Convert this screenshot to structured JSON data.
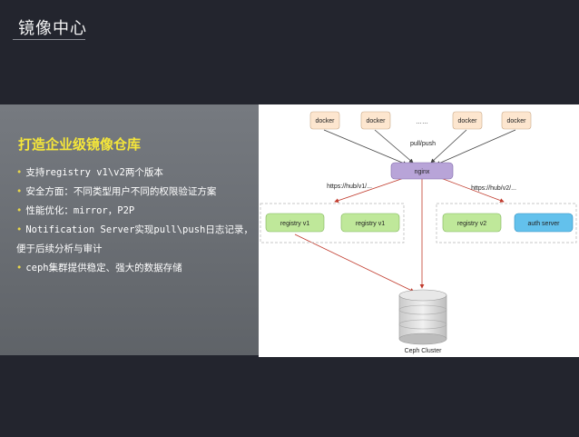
{
  "slide": {
    "title": "镜像中心"
  },
  "panel": {
    "heading": "打造企业级镜像仓库",
    "bullets": [
      {
        "text": "支持registry v1\\v2两个版本",
        "dot": true
      },
      {
        "text": "安全方面：不同类型用户不同的权限验证方案",
        "dot": true
      },
      {
        "text": "性能优化：mirror，P2P",
        "dot": true
      },
      {
        "text": "Notification Server实现pull\\push日志记录，",
        "dot": true
      },
      {
        "text": "便于后续分析与审计",
        "dot": false
      },
      {
        "text": "ceph集群提供稳定、强大的数据存储",
        "dot": true
      }
    ]
  },
  "diagram": {
    "dockers": [
      "docker",
      "docker",
      "docker",
      "docker"
    ],
    "ellipsis": "……",
    "pull_push": "pull/push",
    "nginx": "nginx",
    "url_v1": "https://hub/v1/...",
    "url_v2": "https://hub/v2/...",
    "registry_v1_a": "registry v1",
    "registry_v1_b": "registry v1",
    "registry_v2": "registry v2",
    "auth_server": "auth server",
    "ceph": "Ceph Cluster"
  },
  "colors": {
    "docker_fill": "#fde6cf",
    "nginx_fill": "#b8a4d8",
    "registry_fill": "#bfe89a",
    "auth_fill": "#63c1ec",
    "bullet_dot": "#e8d64a",
    "heading": "#f5e63a"
  }
}
